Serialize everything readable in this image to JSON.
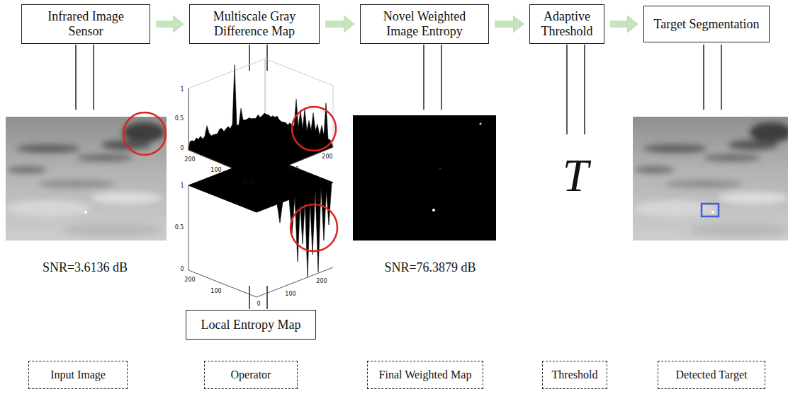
{
  "diagram": {
    "nodes": [
      {
        "text": [
          "Infrared Image Sensor"
        ]
      },
      {
        "text": [
          "Multiscale Gray Difference Map"
        ]
      },
      {
        "text": [
          "Novel Weighted Image Entropy"
        ]
      },
      {
        "text": [
          "Adaptive Threshold"
        ]
      },
      {
        "text": [
          "Target Segmentation"
        ]
      },
      {
        "text": [
          "Local Entropy Map"
        ]
      },
      {
        "text": [
          "Input Image"
        ]
      },
      {
        "text": [
          "Operator"
        ]
      },
      {
        "text": [
          "Final Weighted Map"
        ]
      },
      {
        "text": [
          "Threshold"
        ]
      },
      {
        "text": [
          "Detected Target"
        ]
      }
    ],
    "edges": [
      {
        "from": 0,
        "to": 1,
        "arrow": "to"
      },
      {
        "from": 1,
        "to": 2,
        "arrow": "to"
      },
      {
        "from": 2,
        "to": 3,
        "arrow": "to"
      },
      {
        "from": 3,
        "to": 4,
        "arrow": "to"
      }
    ],
    "labels": [
      "SNR=3.6136 dB",
      "1",
      "0.5",
      "0",
      "200",
      "100",
      "0",
      "0",
      "100",
      "200",
      "1",
      "0.5",
      "0",
      "200",
      "100",
      "0",
      "100",
      "200",
      "SNR=76.3879 dB",
      "T"
    ]
  }
}
